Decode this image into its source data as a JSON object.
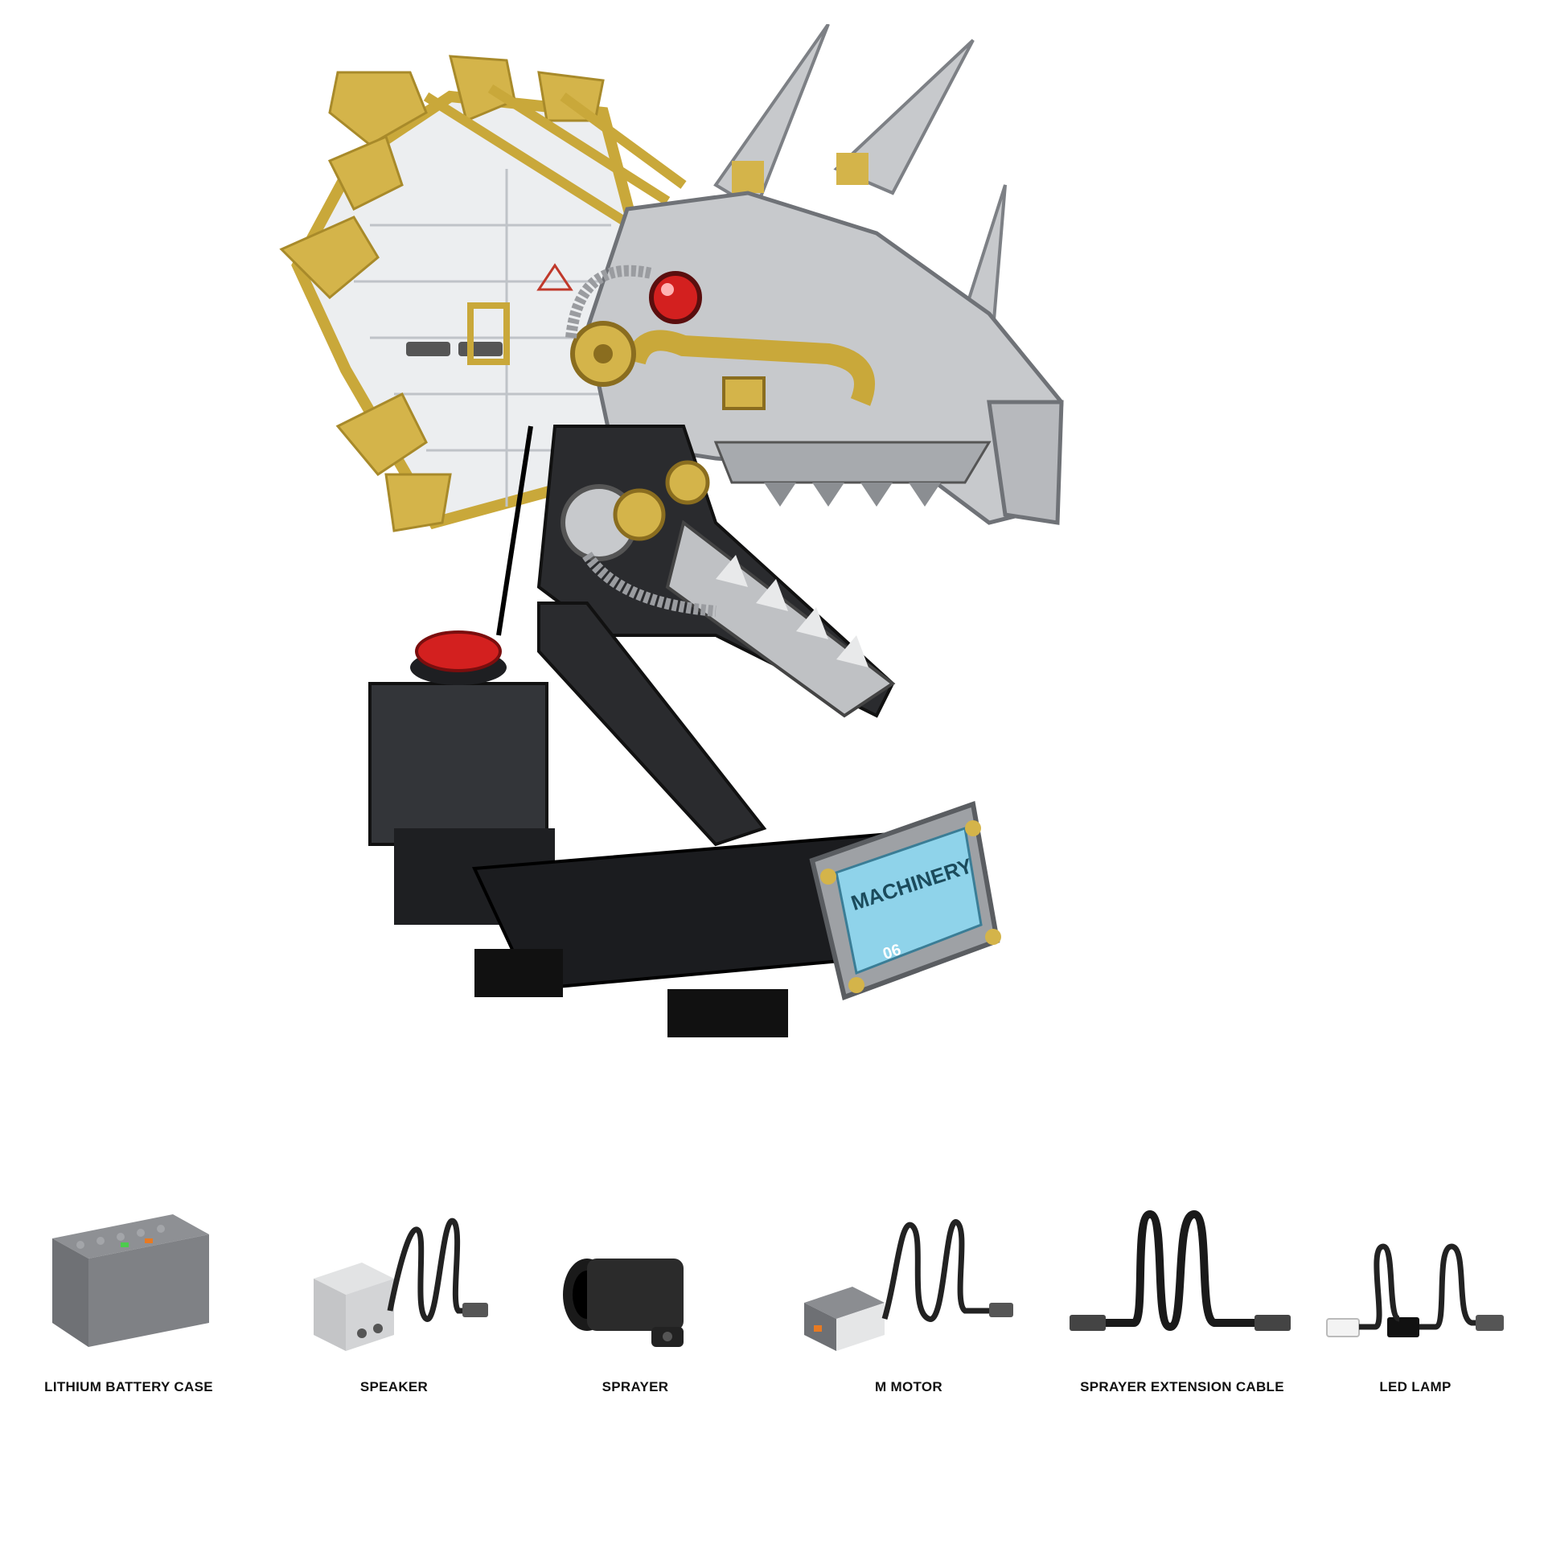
{
  "product": {
    "image_icon": "triceratops-skull-robot-model",
    "plate_text": "MACHINERY",
    "plate_number": "06",
    "colors": {
      "gold": "#c9a83a",
      "silver": "#c7c9cc",
      "dark": "#1e1f22",
      "red": "#d3201f",
      "plate_blue": "#8fd3ea"
    }
  },
  "accessories": [
    {
      "label": "LITHIUM BATTERY CASE",
      "icon": "battery-case-icon"
    },
    {
      "label": "SPEAKER",
      "icon": "speaker-icon"
    },
    {
      "label": "SPRAYER",
      "icon": "sprayer-icon"
    },
    {
      "label": "M MOTOR",
      "icon": "motor-icon"
    },
    {
      "label": "SPRAYER EXTENSION CABLE",
      "icon": "cable-icon"
    },
    {
      "label": "LED LAMP",
      "icon": "led-lamp-icon"
    }
  ]
}
